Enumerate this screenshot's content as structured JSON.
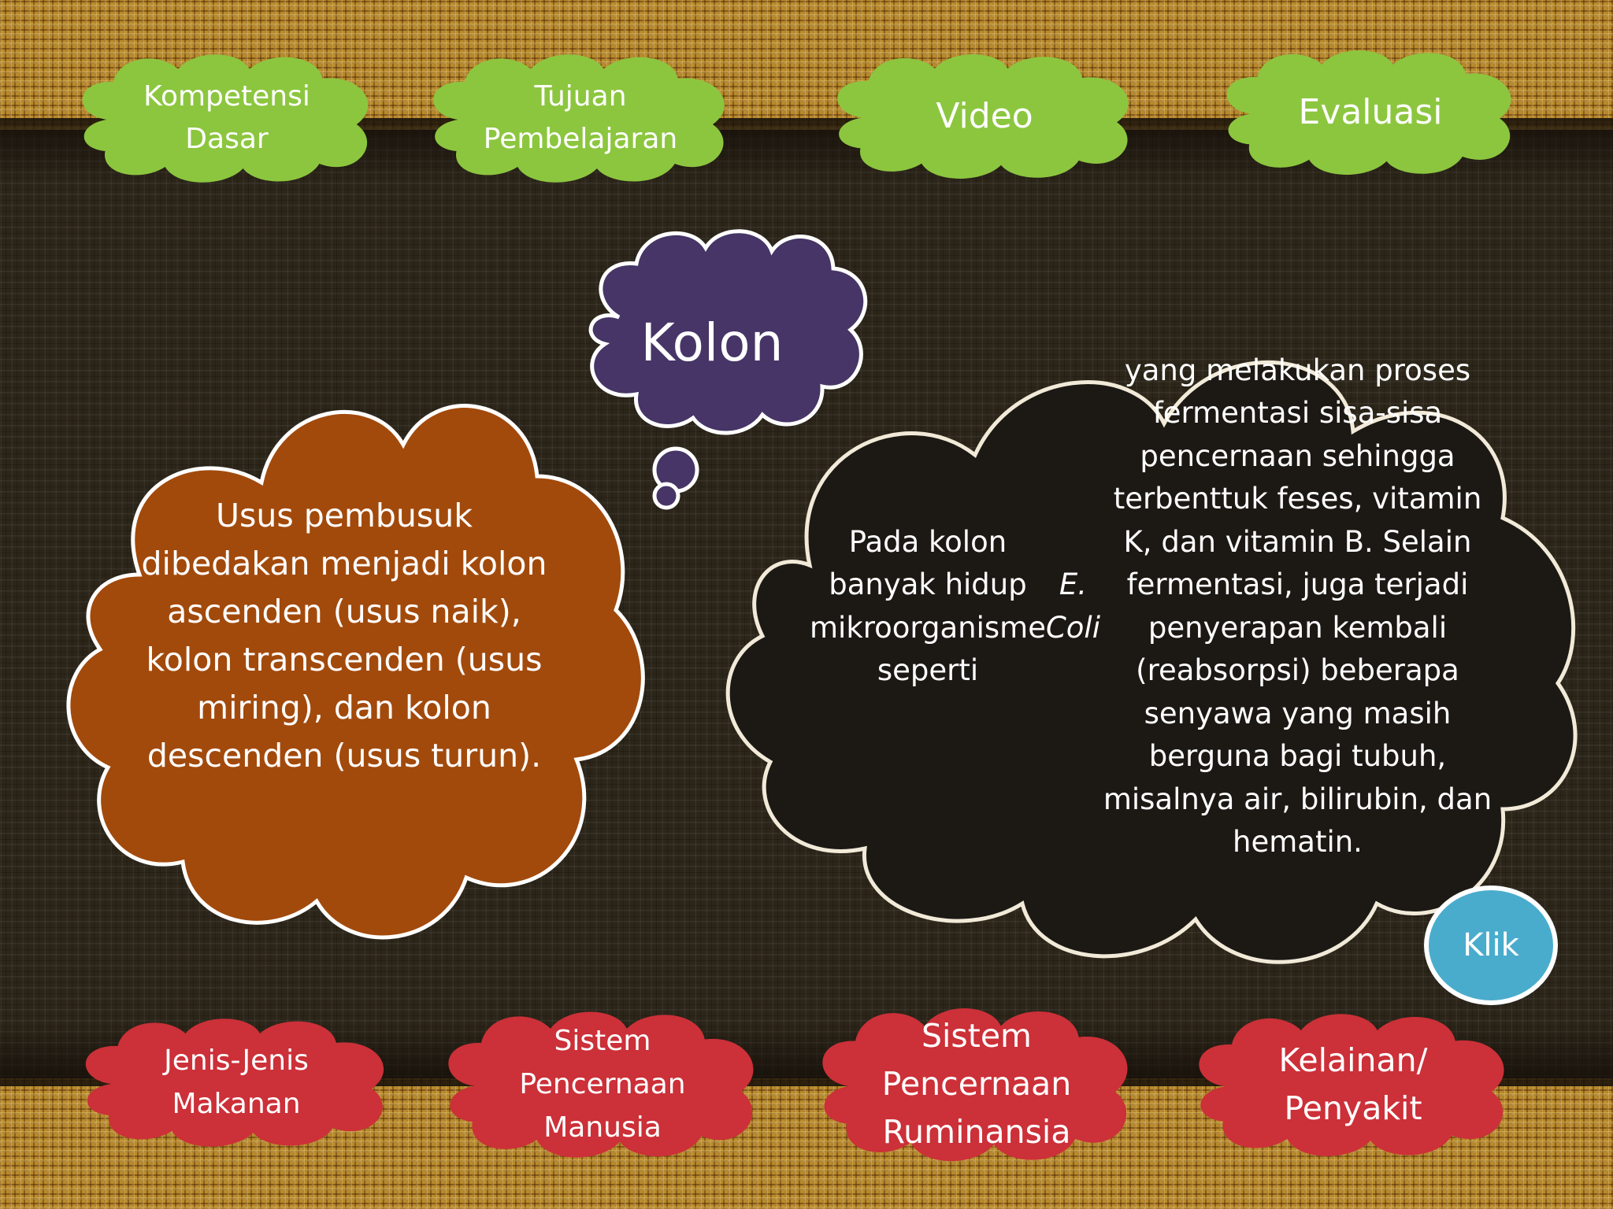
{
  "colors": {
    "nav_green": "#8cc63f",
    "bottom_red": "#cc3038",
    "kolon_purple": "#463566",
    "orange": "#a24a0c",
    "black_cloud": "#1c1915",
    "klik_blue": "#4aaccc"
  },
  "top_nav": {
    "kompetensi_dasar": "Kompetensi\nDasar",
    "tujuan_pembelajaran": "Tujuan\nPembelajaran",
    "video": "Video",
    "evaluasi": "Evaluasi"
  },
  "title": "Kolon",
  "left_cloud": {
    "text": "Usus pembusuk dibedakan menjadi kolon ascenden (usus naik), kolon transcenden (usus miring), dan kolon descenden (usus turun)."
  },
  "right_cloud": {
    "text_before": "Pada kolon banyak hidup mikroorganisme seperti ",
    "italic": "E. Coli",
    "text_after": " yang melakukan proses fermentasi sisa-sisa pencernaan sehingga terbenttuk feses, vitamin K, dan vitamin B. Selain fermentasi, juga terjadi penyerapan kembali (reabsorpsi) beberapa senyawa yang masih berguna bagi tubuh, misalnya air, bilirubin, dan hematin."
  },
  "klik_button": "Klik",
  "bottom_nav": {
    "jenis_makanan": "Jenis-Jenis\nMakanan",
    "sistem_manusia": "Sistem\nPencernaan\nManusia",
    "sistem_ruminansia": "Sistem\nPencernaan\nRuminansia",
    "kelainan": "Kelainan/\nPenyakit"
  }
}
